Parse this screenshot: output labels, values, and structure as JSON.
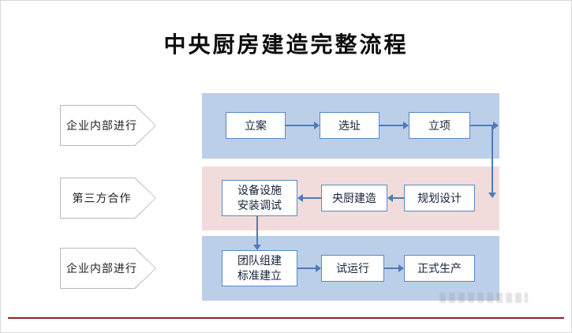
{
  "title": "中央厨房建造完整流程",
  "rows": [
    {
      "label": "企业内部进行",
      "band": "blue",
      "steps": [
        "立案",
        "选址",
        "立项"
      ]
    },
    {
      "label": "第三方合作",
      "band": "pink",
      "steps": [
        "设备设施\n安装调试",
        "央厨建造",
        "规划设计"
      ]
    },
    {
      "label": "企业内部进行",
      "band": "blue",
      "steps": [
        "团队组建\n标准建立",
        "试运行",
        "正式生产"
      ]
    }
  ],
  "flow_connections": [
    "立案 → 选址",
    "选址 → 立项",
    "立项 → 规划设计",
    "规划设计 → 央厨建造",
    "央厨建造 → 设备设施安装调试",
    "设备设施安装调试 → 团队组建标准建立",
    "团队组建标准建立 → 试运行",
    "试运行 → 正式生产"
  ],
  "colors": {
    "band_blue": "#bccfe9",
    "band_pink": "#f2dcdb",
    "box_border": "#5b87c5",
    "arrow": "#4f7ab8",
    "bottom_rule": "#8b2423"
  }
}
